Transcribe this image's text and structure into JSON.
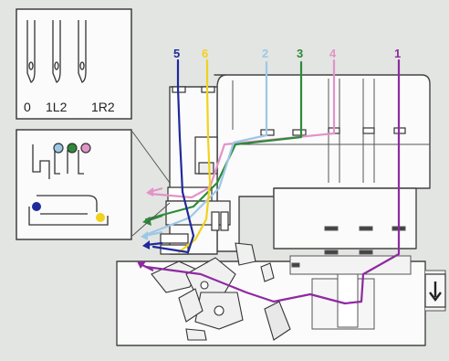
{
  "needles": {
    "labels": [
      "0",
      "1L2",
      "1R2"
    ]
  },
  "threads": [
    {
      "label": "5",
      "color": "#1f2a9a"
    },
    {
      "label": "6",
      "color": "#f1d21c"
    },
    {
      "label": "2",
      "color": "#9cc8e6"
    },
    {
      "label": "3",
      "color": "#2e8a3a"
    },
    {
      "label": "4",
      "color": "#e393c8"
    },
    {
      "label": "1",
      "color": "#8e2aa0"
    }
  ],
  "inset_circle_colors": [
    "#9cc8e6",
    "#2e8a3a",
    "#e393c8"
  ],
  "inset_dot_colors": [
    "#1f2a9a",
    "#f1d21c"
  ],
  "direction_icon": "arrow-down-icon"
}
